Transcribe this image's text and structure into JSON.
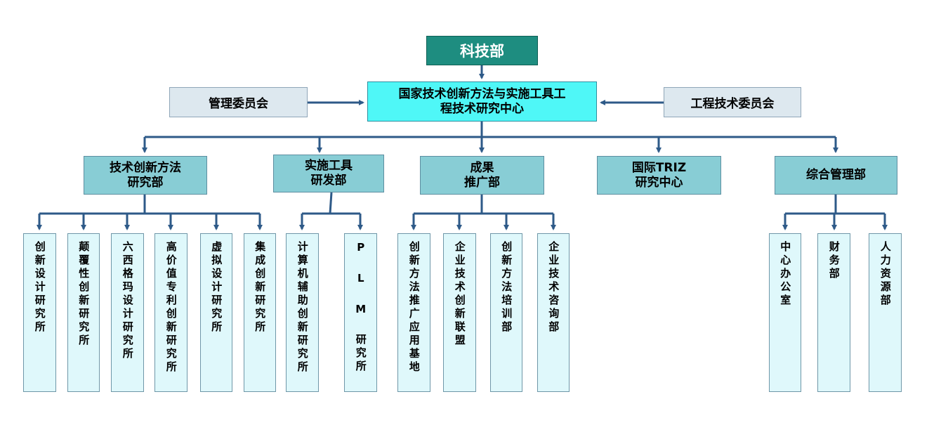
{
  "top": {
    "label": "科技部"
  },
  "center": {
    "label": "国家技术创新方法与实施工具工\n程技术研究中心"
  },
  "left_committee": {
    "label": "管理委员会"
  },
  "right_committee": {
    "label": "工程技术委员会"
  },
  "departments": [
    {
      "label": "技术创新方法\n研究部",
      "children": [
        "创新设计研究所",
        "颠覆性创新研究所",
        "六西格玛设计研究所",
        "高价值专利创新研究所",
        "虚拟设计研究所",
        "集成创新研究所"
      ]
    },
    {
      "label": "实施工具\n研发部",
      "children": [
        "计算机辅助创新研究所",
        "P L M 研究所"
      ]
    },
    {
      "label": "成果\n推广部",
      "children": [
        "创新方法推广应用基地",
        "企业技术创新联盟",
        "创新方法培训部",
        "企业技术咨询部"
      ]
    },
    {
      "label": "国际TRIZ\n研究中心",
      "children": []
    },
    {
      "label": "综合管理部",
      "children": [
        "中心办公室",
        "财务部",
        "人力资源部"
      ]
    }
  ],
  "colors": {
    "connector": "#2e5a88",
    "top_fill": "#1e8d80",
    "center_fill": "#4ff7f7",
    "dept_fill": "#88cdd5",
    "sub_fill": "#dff8fb",
    "side_fill": "#dde8ef"
  }
}
